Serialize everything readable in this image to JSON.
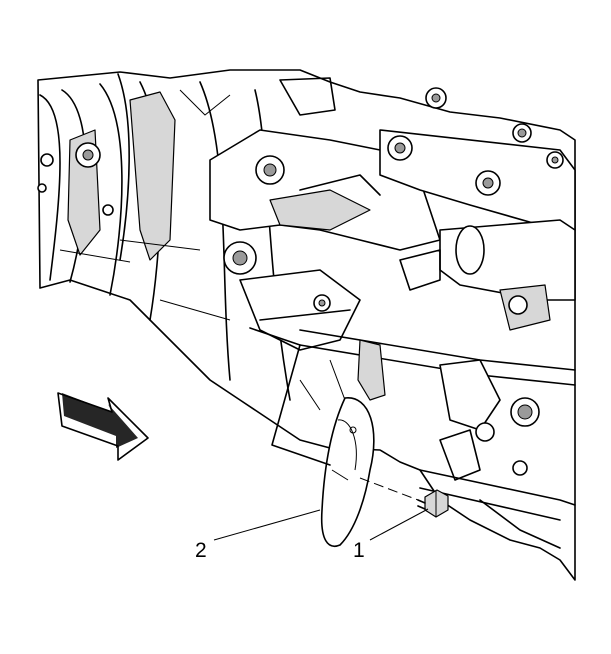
{
  "figure": {
    "callouts": [
      {
        "id": "callout-1",
        "label": "1"
      },
      {
        "id": "callout-2",
        "label": "2"
      }
    ]
  }
}
